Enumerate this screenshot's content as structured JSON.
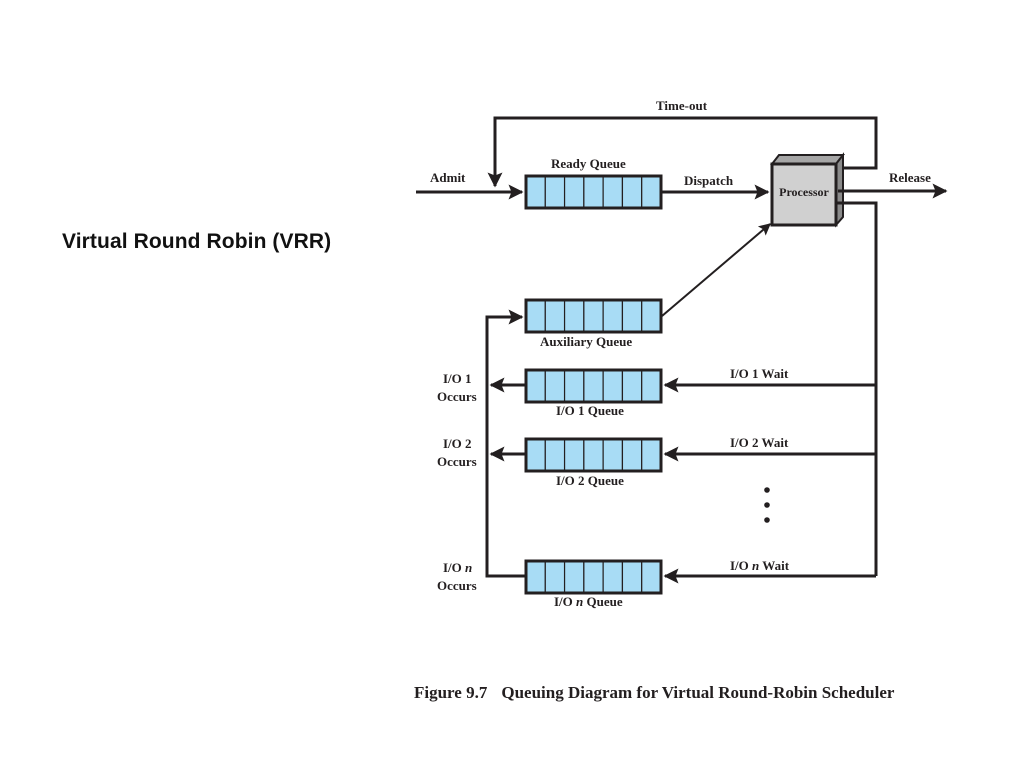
{
  "slide": {
    "title": "Virtual Round Robin (VRR)"
  },
  "diagram": {
    "labels": {
      "time_out": "Time-out",
      "admit": "Admit",
      "ready_queue": "Ready Queue",
      "dispatch": "Dispatch",
      "processor": "Processor",
      "release": "Release",
      "auxiliary_queue": "Auxiliary Queue",
      "io1_occurs_line1": "I/O 1",
      "io1_occurs_line2": "Occurs",
      "io1_queue": "I/O 1 Queue",
      "io1_wait": "I/O 1 Wait",
      "io2_occurs_line1": "I/O 2",
      "io2_occurs_line2": "Occurs",
      "io2_queue": "I/O 2 Queue",
      "io2_wait": "I/O 2 Wait",
      "ion_occurs_prefix": "I/O ",
      "ion_occurs_var": "n",
      "ion_occurs_line2": "Occurs",
      "ion_queue_prefix": "I/O ",
      "ion_queue_var": "n",
      "ion_queue_suffix": " Queue",
      "ion_wait_prefix": "I/O ",
      "ion_wait_var": "n",
      "ion_wait_suffix": " Wait"
    },
    "queue_cells": 7,
    "colors": {
      "queue_fill": "#a8dcf5",
      "processor_front": "#d0d0d0",
      "processor_side": "#8a8a8a",
      "processor_top": "#a6a6a6",
      "stroke": "#231f20"
    },
    "caption_number": "Figure 9.7",
    "caption_text": "Queuing Diagram for Virtual Round-Robin Scheduler"
  }
}
